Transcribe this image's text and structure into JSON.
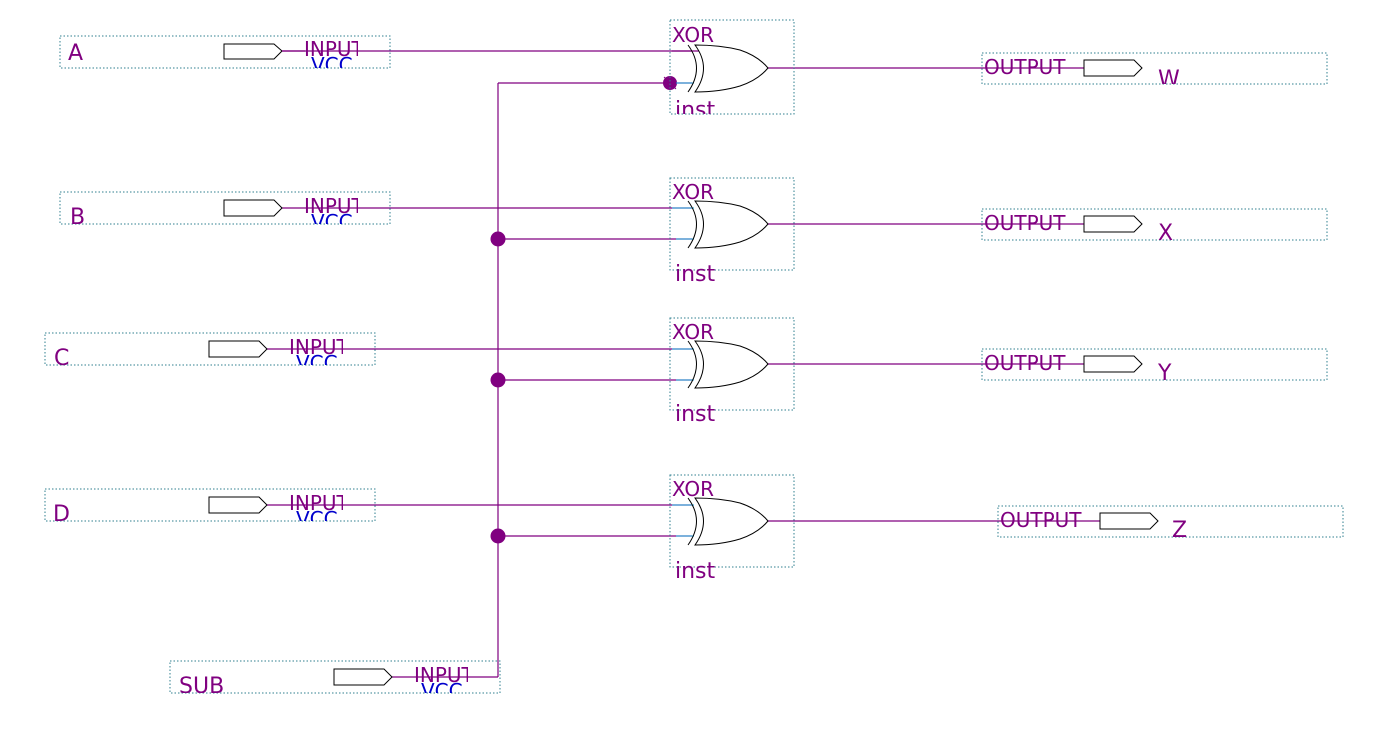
{
  "inputs": [
    {
      "name": "A",
      "type": "INPUT",
      "default": "VCC"
    },
    {
      "name": "B",
      "type": "INPUT",
      "default": "VCC"
    },
    {
      "name": "C",
      "type": "INPUT",
      "default": "VCC"
    },
    {
      "name": "D",
      "type": "INPUT",
      "default": "VCC"
    },
    {
      "name": "SUB",
      "type": "INPUT",
      "default": "VCC"
    }
  ],
  "gates": [
    {
      "type": "XOR",
      "instance": "inst"
    },
    {
      "type": "XOR",
      "instance": "inst"
    },
    {
      "type": "XOR",
      "instance": "inst"
    },
    {
      "type": "XOR",
      "instance": "inst"
    }
  ],
  "outputs": [
    {
      "name": "W",
      "type": "OUTPUT"
    },
    {
      "name": "X",
      "type": "OUTPUT"
    },
    {
      "name": "Y",
      "type": "OUTPUT"
    },
    {
      "name": "Z",
      "type": "OUTPUT"
    }
  ],
  "colors": {
    "wire": "#800080",
    "vcc_text": "#0000cc",
    "box_border": "#2f7f8f",
    "pin_stub": "#1aa3d9"
  }
}
